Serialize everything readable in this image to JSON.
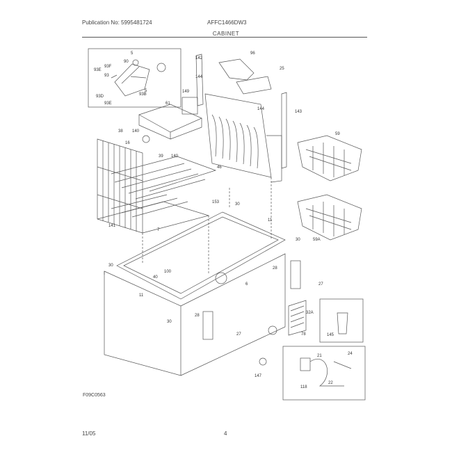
{
  "header": {
    "publication": "Publication No: 5995481724",
    "model": "AFFC1466DW3"
  },
  "section_title": "CABINET",
  "figure_id": "F09C0563",
  "footer": {
    "date": "11/05",
    "page": "4"
  },
  "callouts": [
    {
      "id": "c-96",
      "text": "96"
    },
    {
      "id": "c-25",
      "text": "25"
    },
    {
      "id": "c-142",
      "text": "142"
    },
    {
      "id": "c-144",
      "text": "144"
    },
    {
      "id": "c-144b",
      "text": "144"
    },
    {
      "id": "c-143",
      "text": "143"
    },
    {
      "id": "c-149",
      "text": "149"
    },
    {
      "id": "c-61",
      "text": "61"
    },
    {
      "id": "c-38",
      "text": "38"
    },
    {
      "id": "c-140",
      "text": "140"
    },
    {
      "id": "c-16",
      "text": "16"
    },
    {
      "id": "c-39",
      "text": "39"
    },
    {
      "id": "c-140b",
      "text": "140"
    },
    {
      "id": "c-46",
      "text": "46"
    },
    {
      "id": "c-59",
      "text": "59"
    },
    {
      "id": "c-59a",
      "text": "59A"
    },
    {
      "id": "c-141",
      "text": "141"
    },
    {
      "id": "c-153",
      "text": "153"
    },
    {
      "id": "c-30",
      "text": "30"
    },
    {
      "id": "c-30b",
      "text": "30"
    },
    {
      "id": "c-30c",
      "text": "30"
    },
    {
      "id": "c-30d",
      "text": "30"
    },
    {
      "id": "c-11",
      "text": "11"
    },
    {
      "id": "c-11b",
      "text": "11"
    },
    {
      "id": "c-7",
      "text": "7"
    },
    {
      "id": "c-40",
      "text": "40"
    },
    {
      "id": "c-100",
      "text": "100"
    },
    {
      "id": "c-6",
      "text": "6"
    },
    {
      "id": "c-28",
      "text": "28"
    },
    {
      "id": "c-28b",
      "text": "28"
    },
    {
      "id": "c-27",
      "text": "27"
    },
    {
      "id": "c-27b",
      "text": "27"
    },
    {
      "id": "c-32a",
      "text": "32A"
    },
    {
      "id": "c-78",
      "text": "78"
    },
    {
      "id": "c-145",
      "text": "145"
    },
    {
      "id": "c-147",
      "text": "147"
    },
    {
      "id": "c-21",
      "text": "21"
    },
    {
      "id": "c-24",
      "text": "24"
    },
    {
      "id": "c-22",
      "text": "22"
    },
    {
      "id": "c-118",
      "text": "118"
    },
    {
      "id": "c-93e",
      "text": "93E"
    },
    {
      "id": "c-93f",
      "text": "93F"
    },
    {
      "id": "c-93b",
      "text": "93B"
    },
    {
      "id": "c-93d",
      "text": "93D"
    },
    {
      "id": "c-93e2",
      "text": "93E"
    },
    {
      "id": "c-90",
      "text": "90"
    },
    {
      "id": "c-5",
      "text": "5"
    },
    {
      "id": "c-5b",
      "text": "5"
    },
    {
      "id": "c-93",
      "text": "93"
    }
  ]
}
